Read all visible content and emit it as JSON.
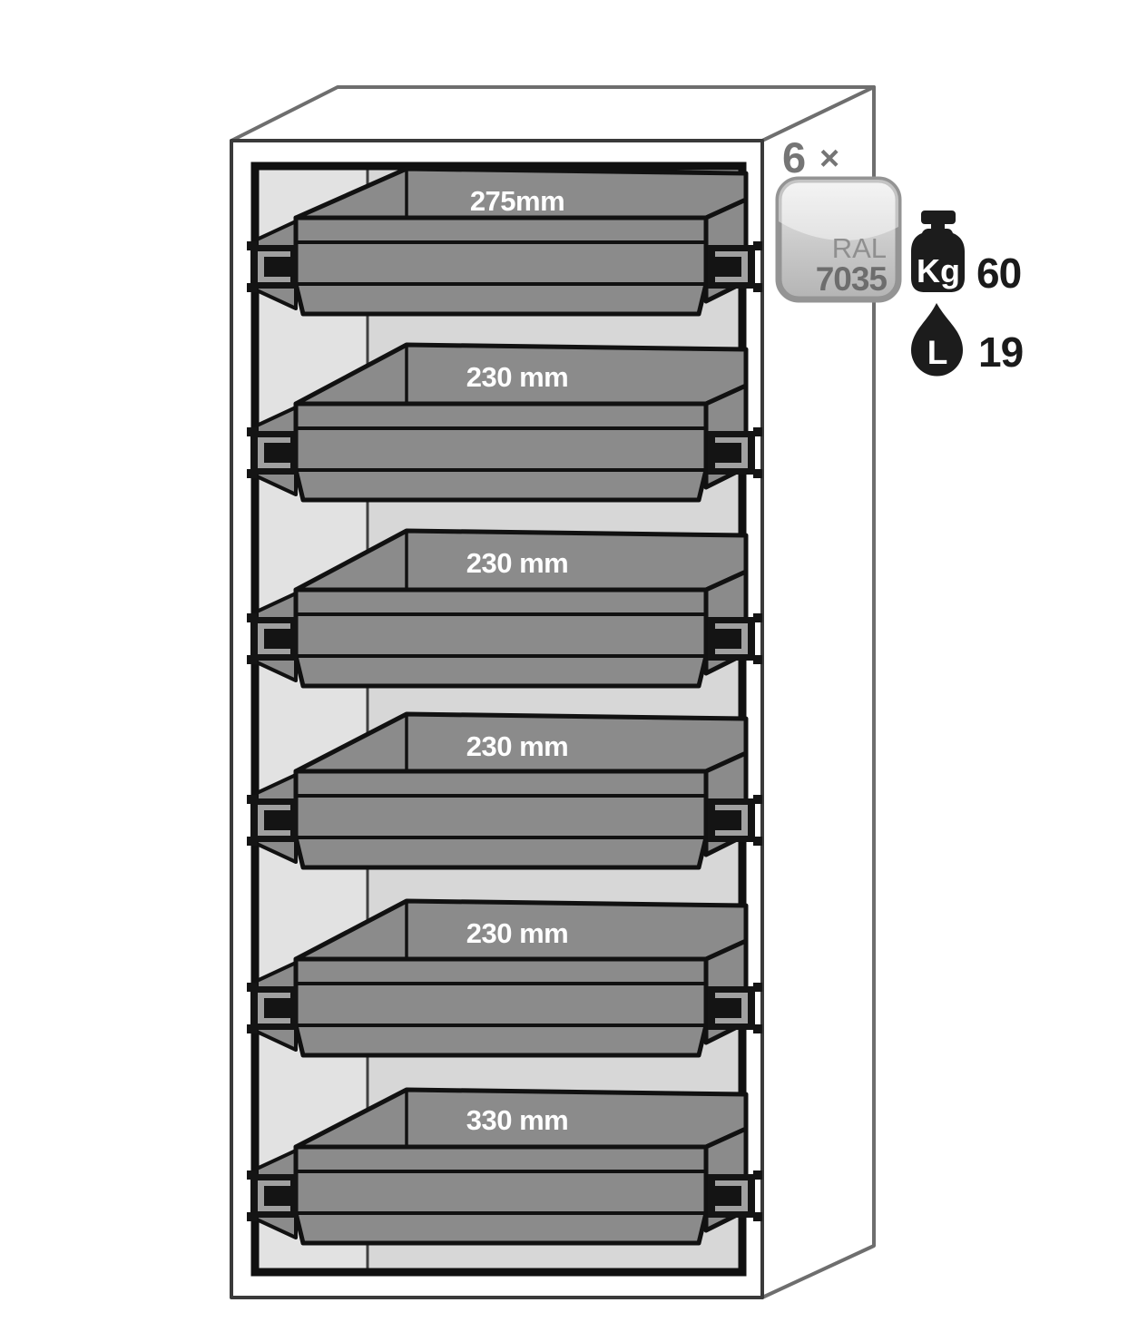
{
  "trays": [
    {
      "label": "275mm"
    },
    {
      "label": "230 mm"
    },
    {
      "label": "230 mm"
    },
    {
      "label": "230 mm"
    },
    {
      "label": "230 mm"
    },
    {
      "label": "330 mm"
    }
  ],
  "annotation": {
    "count_number": "6",
    "count_times": "×",
    "ral": {
      "line1": "RAL",
      "line2": "7035",
      "swatch_color": "#cccccc"
    },
    "weight": {
      "unit": "Kg",
      "value": "60"
    },
    "volume": {
      "unit": "L",
      "value": "19"
    }
  },
  "icons": {
    "weight": "kettlebell-weight-icon",
    "volume": "liquid-drop-icon"
  },
  "colors": {
    "tray_gray": "#8b8b8b",
    "interior_gray": "#d7d7d7",
    "interior_left_gray": "#e2e2e2",
    "outline_black": "#111111",
    "annotation_gray": "#757575"
  }
}
